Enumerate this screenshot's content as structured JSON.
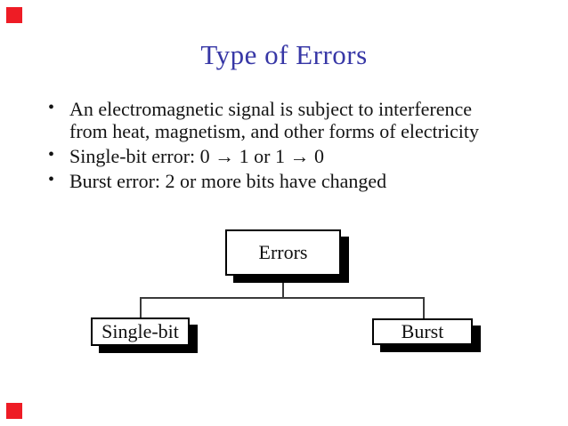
{
  "slide": {
    "title": "Type of Errors",
    "bullet_glyph": "•",
    "bullets": [
      "An electromagnetic signal is subject to interference from heat, magnetism, and other forms of electricity",
      "Single-bit error: 0 → 1 or 1 → 0",
      "Burst error: 2 or more bits have changed"
    ]
  },
  "diagram": {
    "root": {
      "label": "Errors"
    },
    "children": [
      {
        "label": "Single-bit"
      },
      {
        "label": "Burst"
      }
    ]
  },
  "colors": {
    "title_blue": "#3737a6",
    "body_text": "#141414",
    "marker_red": "#ee1c25",
    "connector_line": "#3a3a3a",
    "box_shadow": "#000000"
  }
}
